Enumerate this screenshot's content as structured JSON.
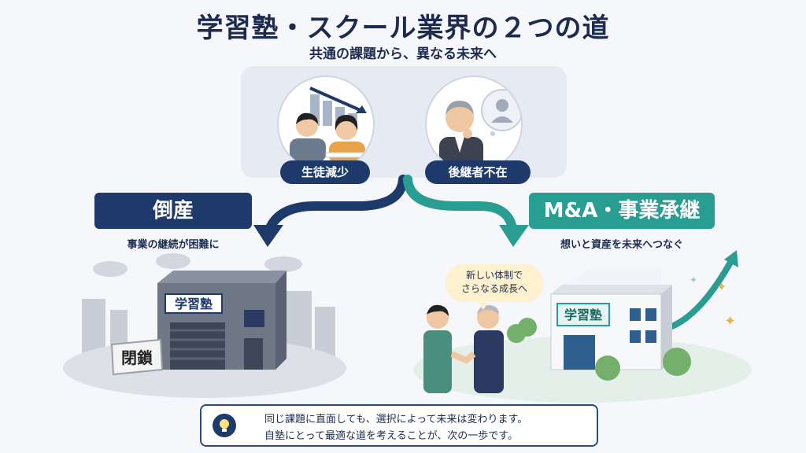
{
  "header": {
    "title": "学習塾・スクール業界の２つの道",
    "subtitle": "共通の課題から、異なる未来へ"
  },
  "issues": [
    {
      "label": "生徒減少",
      "icon": "students-declining-chart-icon"
    },
    {
      "label": "後継者不在",
      "icon": "elderly-owner-no-successor-icon"
    }
  ],
  "left_path": {
    "title": "倒産",
    "description": "事業の継続が困難に",
    "building_sign": "学習塾",
    "closed_sign": "閉鎖"
  },
  "right_path": {
    "title": "M&A・事業承継",
    "description": "想いと資産を未来へつなぐ",
    "building_sign": "学習塾",
    "speech": [
      "新しい体制で",
      "さらなる成長へ"
    ]
  },
  "footer": {
    "line1": "同じ課題に直面しても、選択によって未来は変わります。",
    "line2": "自塾にとって最適な道を考えることが、次の一歩です。"
  },
  "colors": {
    "navy": "#1e3a6b",
    "teal": "#2a9d93",
    "panel": "#e6eaf2",
    "speech": "#fdf1cf"
  }
}
